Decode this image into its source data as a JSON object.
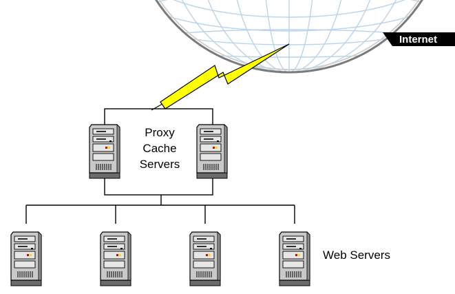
{
  "internet": {
    "label": "Internet"
  },
  "proxy_group": {
    "label_lines": [
      "Proxy",
      "Cache",
      "Servers"
    ]
  },
  "web_group": {
    "label": "Web Servers"
  },
  "icons": {
    "globe": "globe-icon",
    "link": "lightning-link-icon",
    "server": "server-tower-icon"
  },
  "colors": {
    "globe_grid": "#b9d3ea",
    "globe_edge": "#7a7a7a",
    "lightning_fill": "#ffff00",
    "lightning_stroke": "#000000",
    "led_red": "#e00000",
    "led_yellow": "#ffd800",
    "tag_bg": "#000000",
    "tag_text": "#ffffff"
  }
}
